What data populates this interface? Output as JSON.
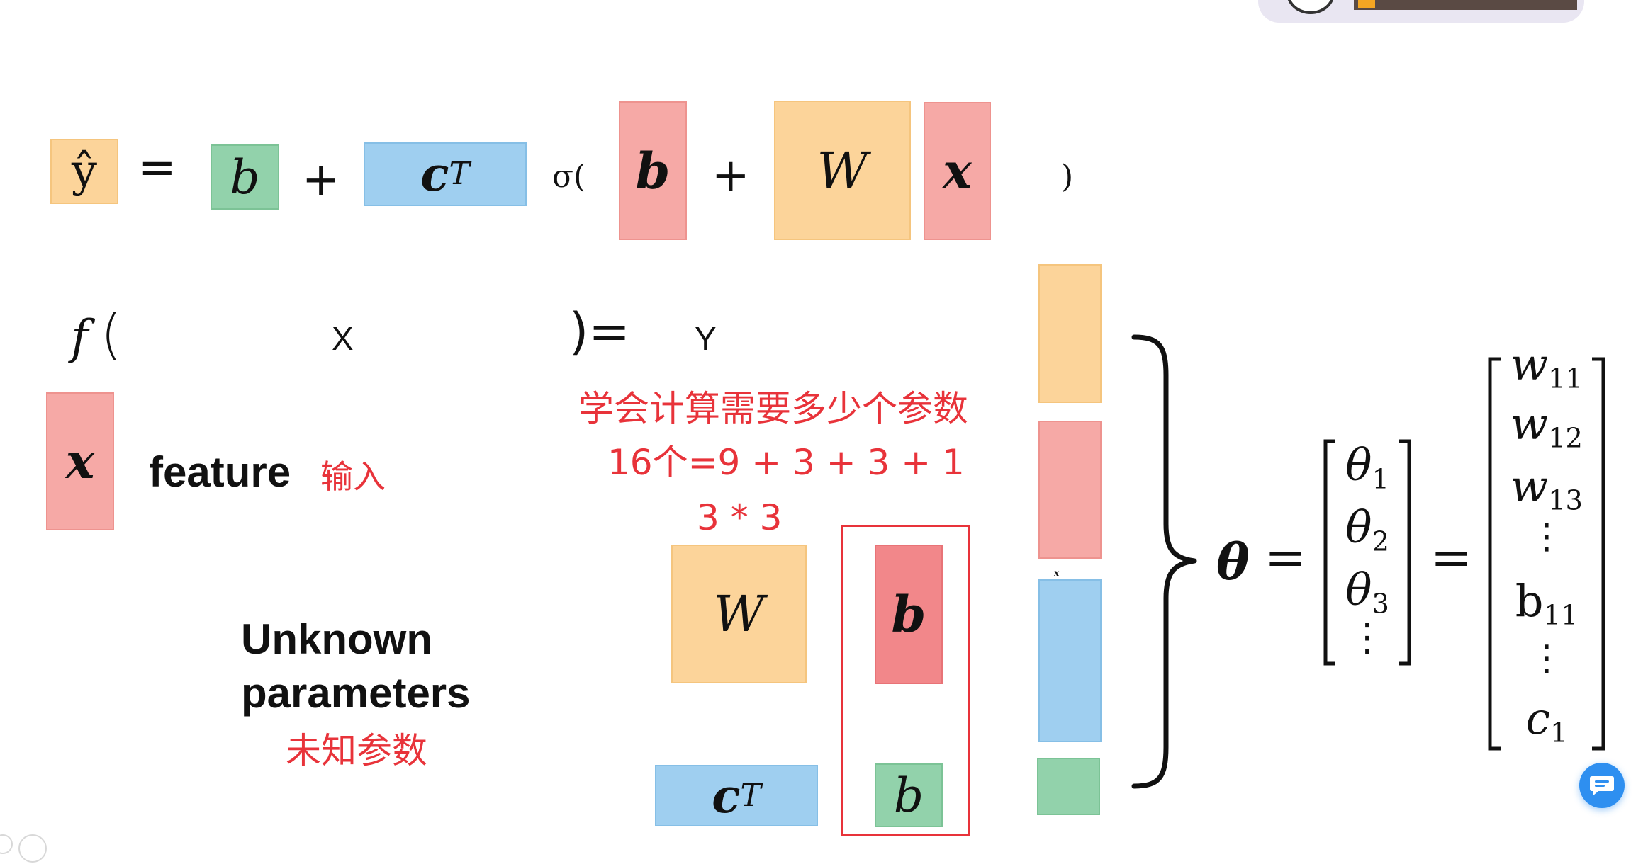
{
  "colors": {
    "orange": "#fcd49a",
    "green": "#92d2ab",
    "blue": "#9fcff0",
    "red": "#f6a9a6",
    "annotation_red": "#e8333a",
    "highlight_box": "#e8333a",
    "chat_button": "#2e8ff0"
  },
  "equation": {
    "y_hat": "ŷ",
    "equals": "=",
    "b": "b",
    "plus": "+",
    "c": "c",
    "transpose": "T",
    "sigma_open": "σ(",
    "b_bold": "b",
    "W": "W",
    "x": "x",
    "close_paren": ")"
  },
  "function_line": {
    "f": "f",
    "open_paren": "(",
    "X": "X",
    "close_paren_equals": ")=",
    "Y": "Y"
  },
  "feature_row": {
    "x": "x",
    "label": "feature",
    "label_cn": "输入"
  },
  "annotations": {
    "question": "学会计算需要多少个参数",
    "count": "16个=9 + 3 + 3 + 1",
    "w_size": "3 * 3"
  },
  "unknown": {
    "line1": "Unknown",
    "line2": "parameters",
    "cn": "未知参数"
  },
  "param_blocks": {
    "W": "W",
    "b_bold": "b",
    "c": "c",
    "transpose": "T",
    "b": "b"
  },
  "stack_label": "x",
  "theta": {
    "symbol": "θ",
    "equals": "=",
    "items": [
      {
        "base": "θ",
        "sub": "1"
      },
      {
        "base": "θ",
        "sub": "2"
      },
      {
        "base": "θ",
        "sub": "3"
      },
      {
        "base": "⋮",
        "sub": ""
      }
    ]
  },
  "param_vector": {
    "equals": "=",
    "items": [
      {
        "base": "w",
        "sub": "11"
      },
      {
        "base": "w",
        "sub": "12"
      },
      {
        "base": "w",
        "sub": "13"
      },
      {
        "base": "⋮",
        "sub": ""
      },
      {
        "base": "b",
        "sub": "11"
      },
      {
        "base": "⋮",
        "sub": ""
      },
      {
        "base": "c",
        "sub": "1"
      }
    ]
  }
}
